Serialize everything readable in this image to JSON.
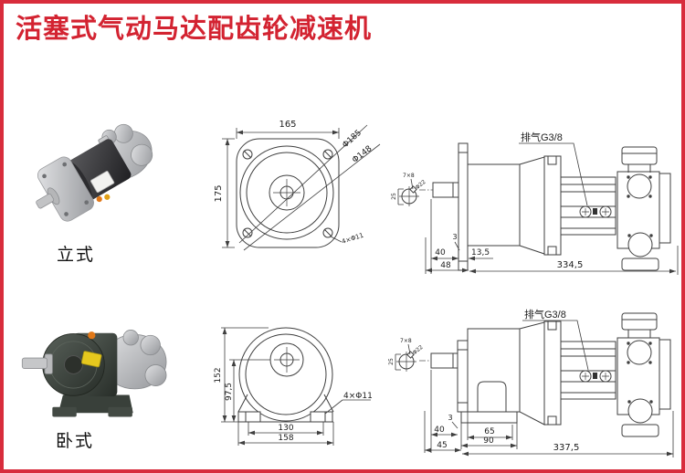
{
  "page": {
    "title": "活塞式气动马达配齿轮减速机",
    "accent_color": "#d82c3c",
    "title_color": "#d32331"
  },
  "photos": {
    "vertical_label": "立式",
    "horizontal_label": "卧式"
  },
  "front_top": {
    "width": "165",
    "height": "175",
    "dia_outer": "Φ185",
    "dia_inner": "Φ148",
    "holes": "4×Φ11"
  },
  "shaft_detail": {
    "key": "7×8",
    "dia": "Φ22",
    "height": "25"
  },
  "side_top": {
    "port": "排气G3/8",
    "d_3": "3",
    "d_40": "40",
    "d_13_5": "13,5",
    "d_48": "48",
    "total": "334,5"
  },
  "front_bottom": {
    "height": "152",
    "center_height": "97,5",
    "hole_span": "130",
    "base_width": "158",
    "holes": "4×Φ11"
  },
  "side_bottom": {
    "port": "排气G3/8",
    "d_3": "3",
    "d_40": "40",
    "d_45": "45",
    "d_65": "65",
    "d_90": "90",
    "total": "337,5"
  }
}
